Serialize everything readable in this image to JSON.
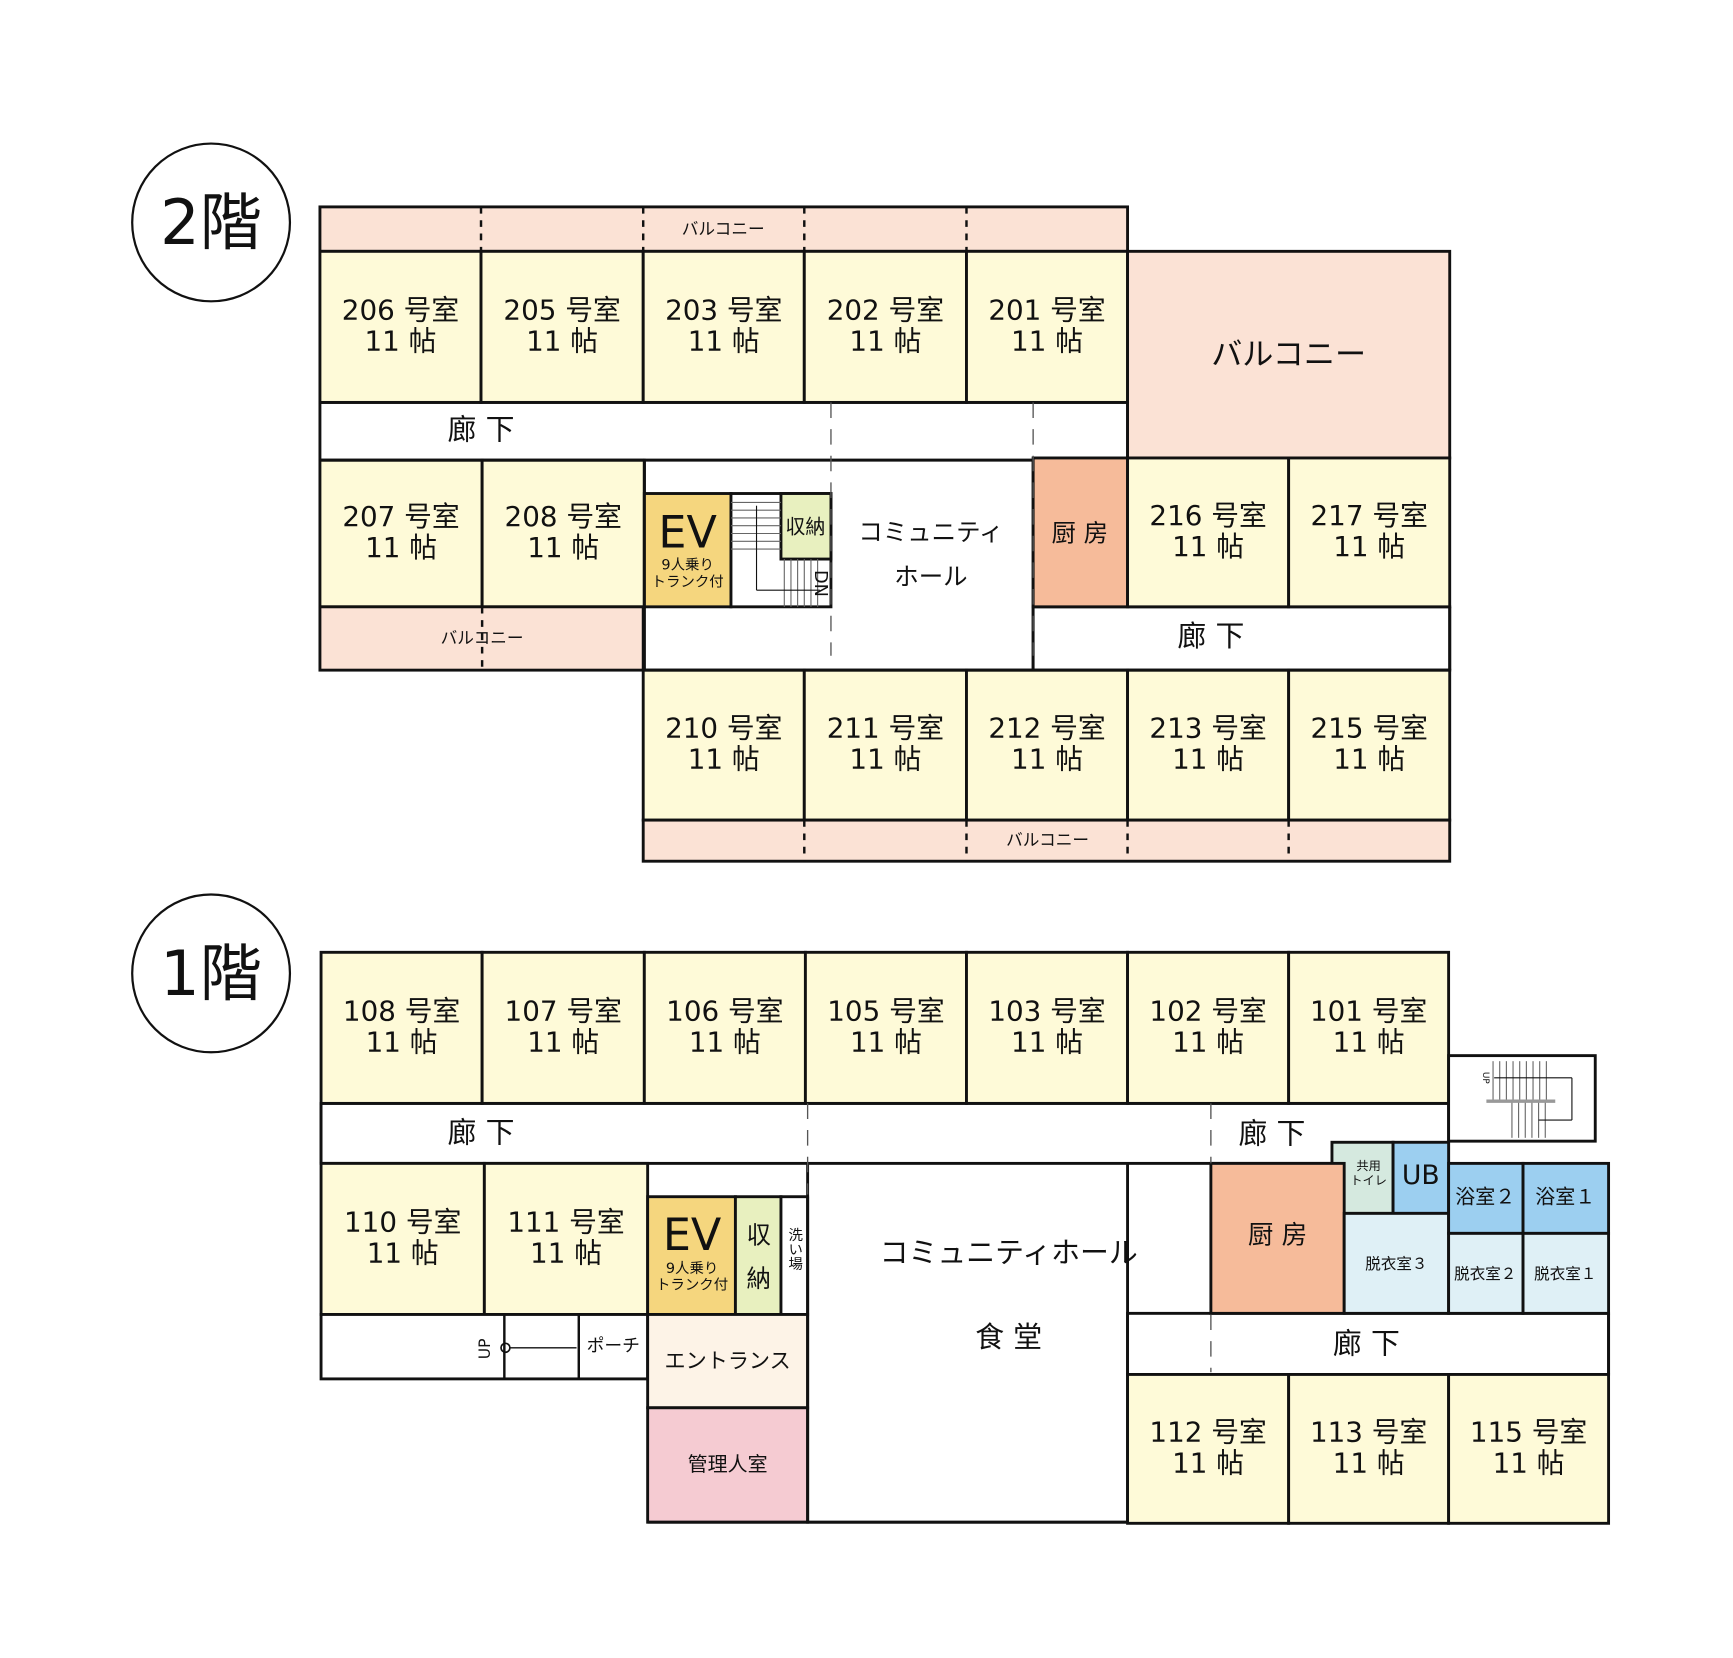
{
  "floor2": {
    "title": "2階",
    "balcony_label": "バルコニー",
    "big_balcony_label": "バルコニー",
    "corridor_label": "廊 下",
    "kitchen_label": "厨 房",
    "ev_label": "EV",
    "ev_sub1": "9人乗り",
    "ev_sub2": "トランク付",
    "storage_label": "収納",
    "stairs_label": "DN",
    "hall_line1": "コミュニティ",
    "hall_line2": "ホール",
    "rooms": [
      {
        "number": "206 号室",
        "size": "11 帖"
      },
      {
        "number": "205 号室",
        "size": "11 帖"
      },
      {
        "number": "203 号室",
        "size": "11 帖"
      },
      {
        "number": "202 号室",
        "size": "11 帖"
      },
      {
        "number": "201 号室",
        "size": "11 帖"
      },
      {
        "number": "207 号室",
        "size": "11 帖"
      },
      {
        "number": "208 号室",
        "size": "11 帖"
      },
      {
        "number": "216 号室",
        "size": "11 帖"
      },
      {
        "number": "217 号室",
        "size": "11 帖"
      },
      {
        "number": "210 号室",
        "size": "11 帖"
      },
      {
        "number": "211 号室",
        "size": "11 帖"
      },
      {
        "number": "212 号室",
        "size": "11 帖"
      },
      {
        "number": "213 号室",
        "size": "11 帖"
      },
      {
        "number": "215 号室",
        "size": "11 帖"
      }
    ]
  },
  "floor1": {
    "title": "1階",
    "corridor_label": "廊 下",
    "kitchen_label": "厨 房",
    "ev_label": "EV",
    "ev_sub1": "9人乗り",
    "ev_sub2": "トランク付",
    "storage_label1": "収",
    "storage_label2": "納",
    "washroom_label": "洗い場",
    "porch_label": "ポーチ",
    "up_label": "UP",
    "stairs_up_label": "UP",
    "entrance_label": "エントランス",
    "manager_label": "管理人室",
    "hall_label": "コミュニティホール",
    "dining_label": "食 堂",
    "toilet_label1": "共用",
    "toilet_label2": "トイレ",
    "ub_label": "UB",
    "bath2_label": "浴室２",
    "bath1_label": "浴室１",
    "dress3_label": "脱衣室３",
    "dress2_label": "脱衣室２",
    "dress1_label": "脱衣室１",
    "rooms": [
      {
        "number": "108 号室",
        "size": "11 帖"
      },
      {
        "number": "107 号室",
        "size": "11 帖"
      },
      {
        "number": "106 号室",
        "size": "11 帖"
      },
      {
        "number": "105 号室",
        "size": "11 帖"
      },
      {
        "number": "103 号室",
        "size": "11 帖"
      },
      {
        "number": "102 号室",
        "size": "11 帖"
      },
      {
        "number": "101 号室",
        "size": "11 帖"
      },
      {
        "number": "110 号室",
        "size": "11 帖"
      },
      {
        "number": "111 号室",
        "size": "11 帖"
      },
      {
        "number": "112 号室",
        "size": "11 帖"
      },
      {
        "number": "113 号室",
        "size": "11 帖"
      },
      {
        "number": "115 号室",
        "size": "11 帖"
      }
    ]
  },
  "colors": {
    "room": "#fefad8",
    "balcony": "#fbe2d5",
    "kitchen": "#f6bb9a",
    "ev": "#f5d67e",
    "storage": "#e8f0bf",
    "entrance": "#fdf3e7",
    "manager": "#f5cbd2",
    "toilet": "#d5e9df",
    "bath": "#9ccff0",
    "dressing": "#dff0f6"
  }
}
